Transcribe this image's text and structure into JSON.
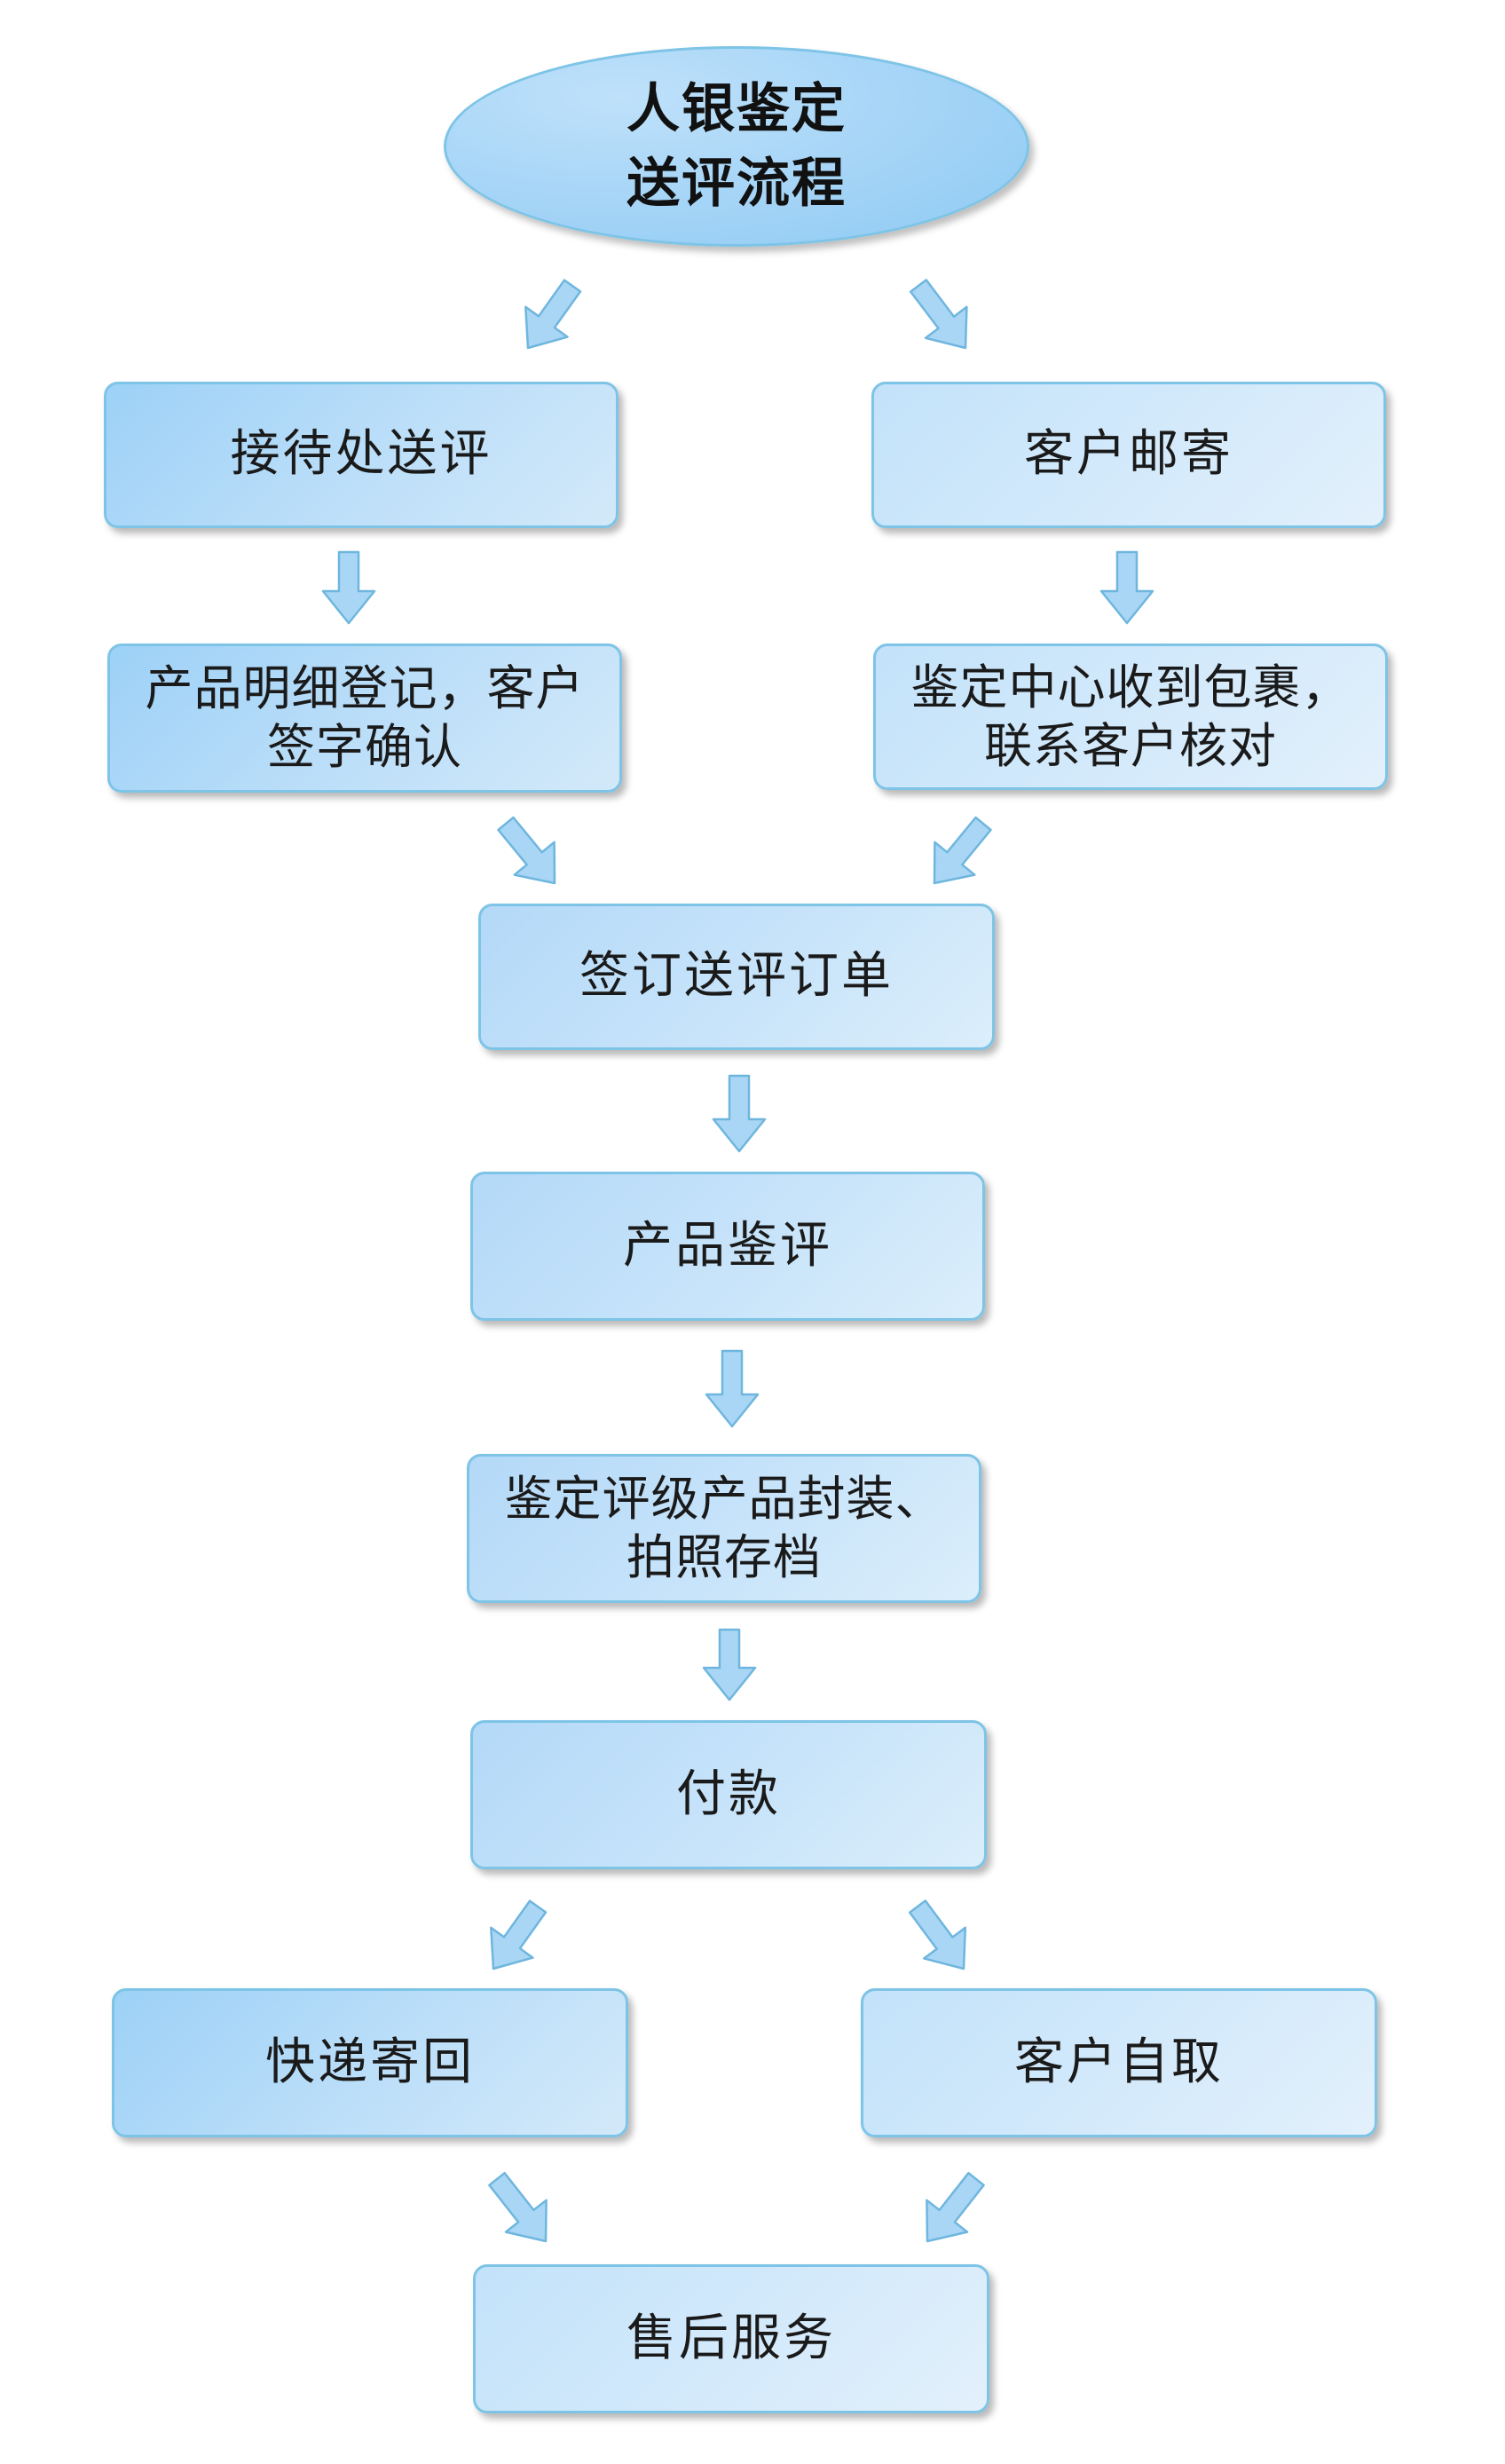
{
  "start": {
    "line1": "人银鉴定",
    "line2": "送评流程"
  },
  "nodes": {
    "reception": "接待处送评",
    "mail": "客户邮寄",
    "register_line1": "产品明细登记，客户",
    "register_line2": "签字确认",
    "parcel_line1": "鉴定中心收到包裹，",
    "parcel_line2": "联系客户核对",
    "order": "签订送评订单",
    "appraise": "产品鉴评",
    "package_line1": "鉴定评级产品封装、",
    "package_line2": "拍照存档",
    "pay": "付款",
    "express": "快递寄回",
    "pickup": "客户自取",
    "aftersales": "售后服务"
  },
  "colors": {
    "box_dark": "#9dd1f7",
    "box_light": "#e2f0fb",
    "border": "#7ec4e6",
    "arrow_fill": "#a9d6f5",
    "arrow_stroke": "#6fb6de"
  }
}
